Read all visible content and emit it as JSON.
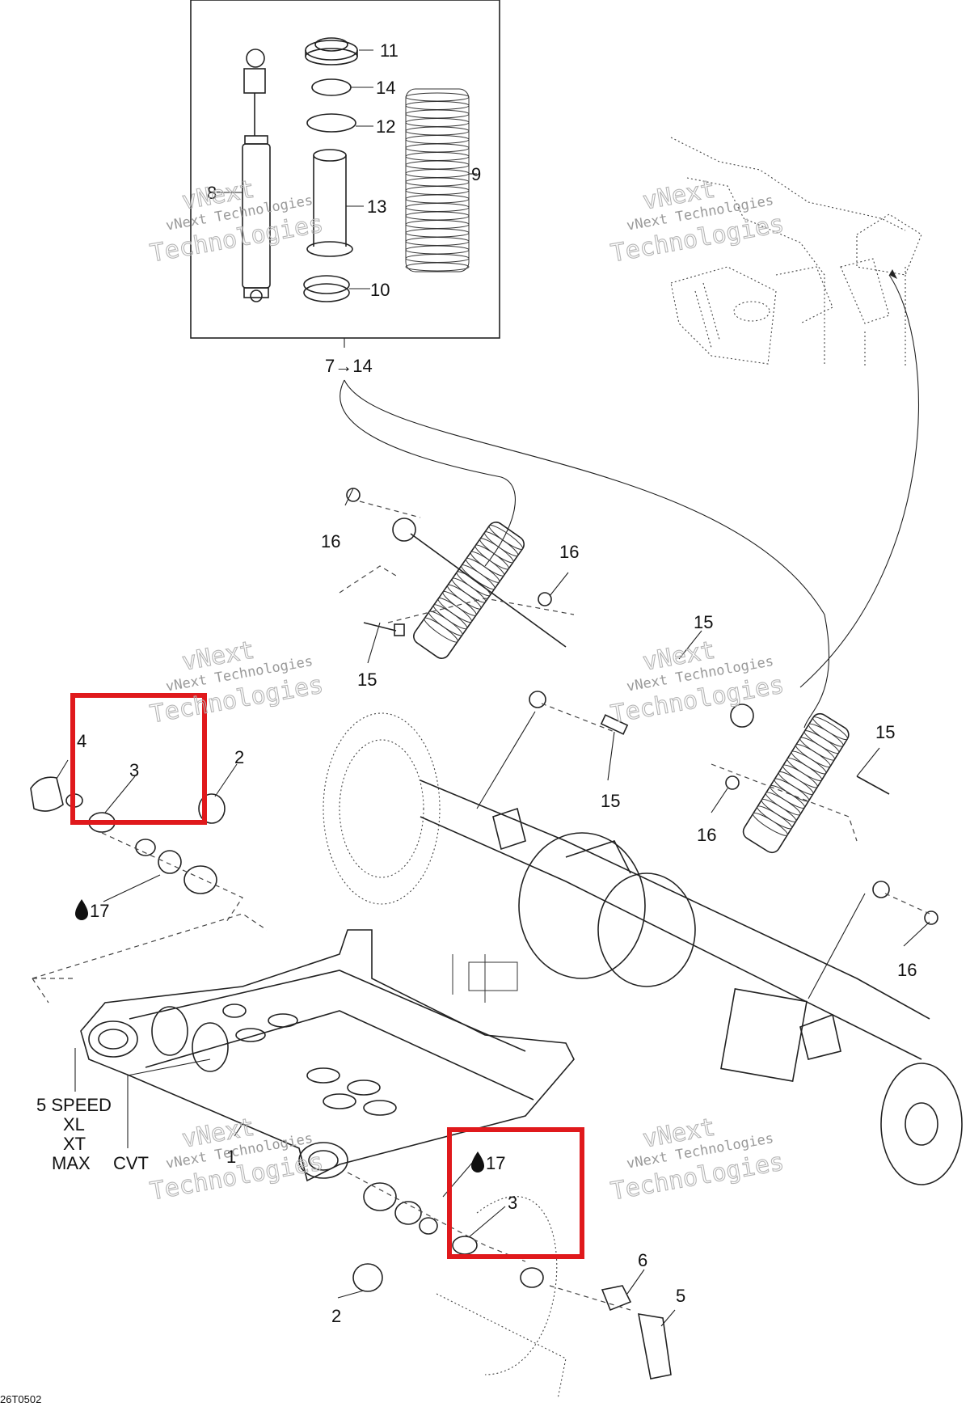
{
  "watermark": {
    "line1": "vNext",
    "line2": "vNext Technologies",
    "line3": "Technologies"
  },
  "callouts": {
    "c1": "1",
    "c2": "2",
    "c3": "3",
    "c4": "4",
    "c5": "5",
    "c6": "6",
    "c8": "8",
    "c9": "9",
    "c10": "10",
    "c11": "11",
    "c12": "12",
    "c13": "13",
    "c14": "14",
    "c15": "15",
    "c16": "16",
    "c17": "17",
    "range": "7→14"
  },
  "variant_labels": {
    "left": [
      "5 SPEED",
      "XL",
      "XT",
      "MAX"
    ],
    "right": "CVT"
  },
  "grease_icon": "oil-drop-icon",
  "drawing_code": "26T0502",
  "highlight_color": "#e0191c"
}
